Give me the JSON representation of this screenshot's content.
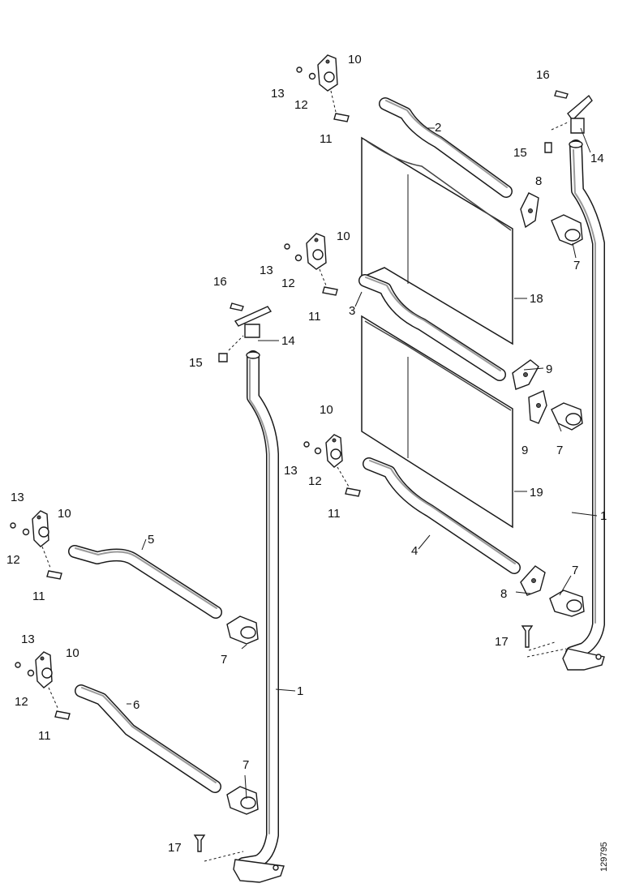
{
  "diagram": {
    "labels": {
      "l1_right": "1",
      "l1_left": "1",
      "l2": "2",
      "l3": "3",
      "l4": "4",
      "l5": "5",
      "l6": "6",
      "l7_a": "7",
      "l7_b": "7",
      "l7_c": "7",
      "l7_d": "7",
      "l7_e": "7",
      "l8_a": "8",
      "l8_b": "8",
      "l9_a": "9",
      "l9_b": "9",
      "l10_a": "10",
      "l10_b": "10",
      "l10_c": "10",
      "l10_d": "10",
      "l10_e": "10",
      "l11_a": "11",
      "l11_b": "11",
      "l11_c": "11",
      "l11_d": "11",
      "l11_e": "11",
      "l12_a": "12",
      "l12_b": "12",
      "l12_c": "12",
      "l12_d": "12",
      "l12_e": "12",
      "l13_a": "13",
      "l13_b": "13",
      "l13_c": "13",
      "l13_d": "13",
      "l13_e": "13",
      "l14_a": "14",
      "l14_b": "14",
      "l15_a": "15",
      "l15_b": "15",
      "l16_a": "16",
      "l16_b": "16",
      "l17_a": "17",
      "l17_b": "17",
      "l18": "18",
      "l19": "19"
    },
    "reference": "129795"
  }
}
